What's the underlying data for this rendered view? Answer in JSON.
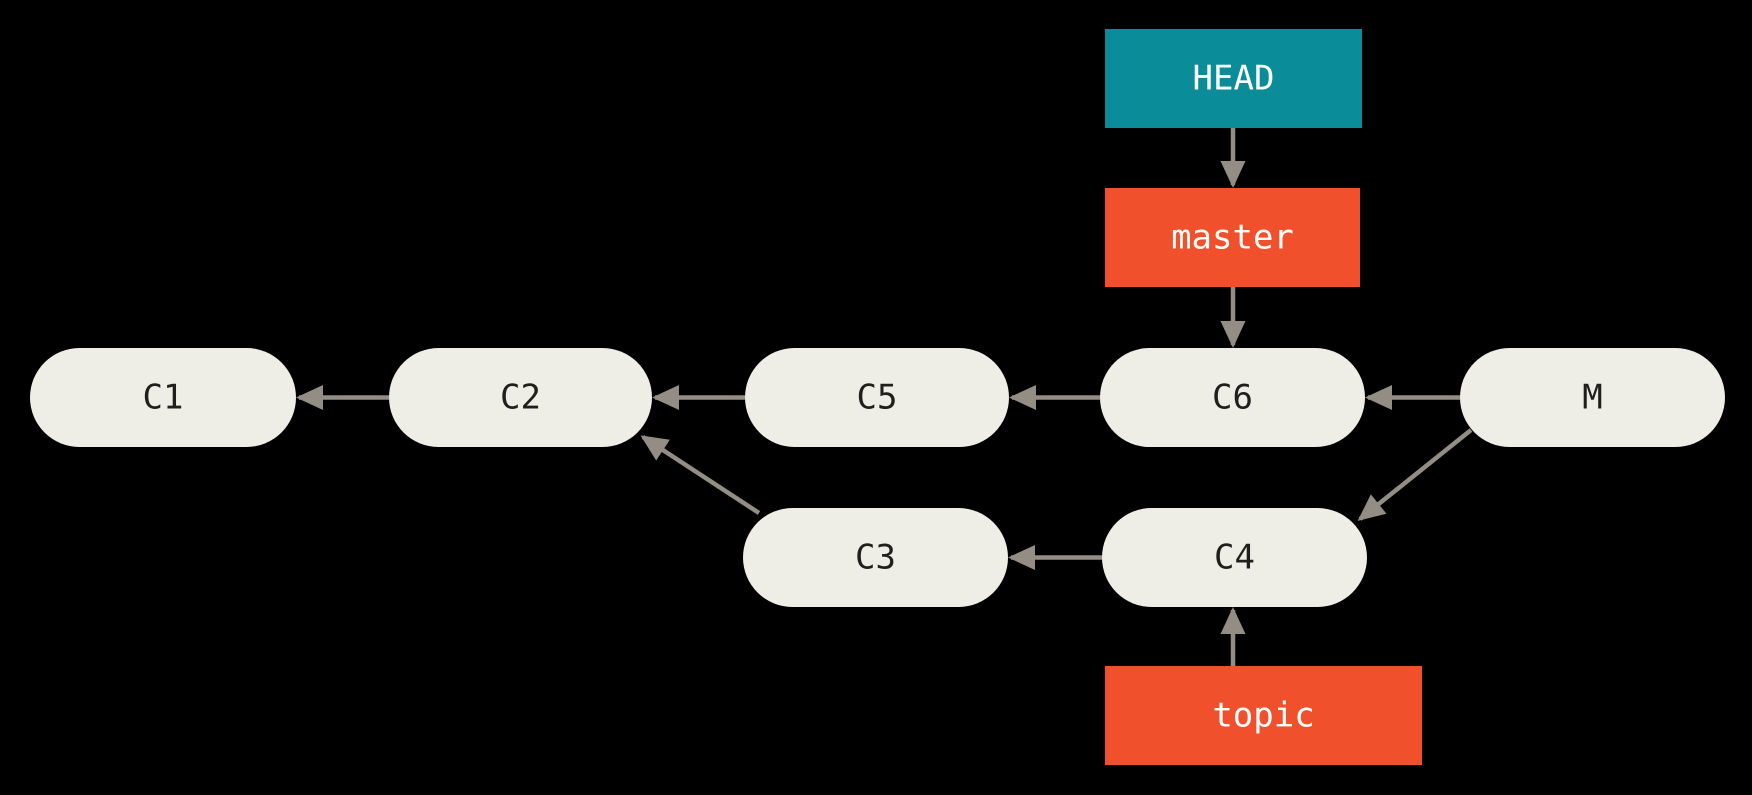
{
  "diagram": {
    "description": "Git commit history graph showing a merge commit M joining master (C6) and topic (C4) branches",
    "nodes": [
      {
        "id": "C1",
        "label": "C1",
        "type": "commit"
      },
      {
        "id": "C2",
        "label": "C2",
        "type": "commit"
      },
      {
        "id": "C5",
        "label": "C5",
        "type": "commit"
      },
      {
        "id": "C6",
        "label": "C6",
        "type": "commit"
      },
      {
        "id": "M",
        "label": "M",
        "type": "merge-commit"
      },
      {
        "id": "C3",
        "label": "C3",
        "type": "commit"
      },
      {
        "id": "C4",
        "label": "C4",
        "type": "commit"
      },
      {
        "id": "HEAD",
        "label": "HEAD",
        "type": "head-pointer"
      },
      {
        "id": "master",
        "label": "master",
        "type": "branch-ref"
      },
      {
        "id": "topic",
        "label": "topic",
        "type": "branch-ref"
      }
    ],
    "edges": [
      {
        "from": "HEAD",
        "to": "master"
      },
      {
        "from": "master",
        "to": "C6"
      },
      {
        "from": "C2",
        "to": "C1"
      },
      {
        "from": "C5",
        "to": "C2"
      },
      {
        "from": "C6",
        "to": "C5"
      },
      {
        "from": "M",
        "to": "C6"
      },
      {
        "from": "C3",
        "to": "C2"
      },
      {
        "from": "C4",
        "to": "C3"
      },
      {
        "from": "M",
        "to": "C4"
      },
      {
        "from": "topic",
        "to": "C4"
      }
    ]
  },
  "colors": {
    "background": "#000000",
    "commit_fill": "#efeee6",
    "commit_text": "#1f1f1d",
    "head_fill": "#0b8d99",
    "branch_fill": "#f1502c",
    "ref_text": "#ffffff",
    "arrow": "#948d84"
  }
}
